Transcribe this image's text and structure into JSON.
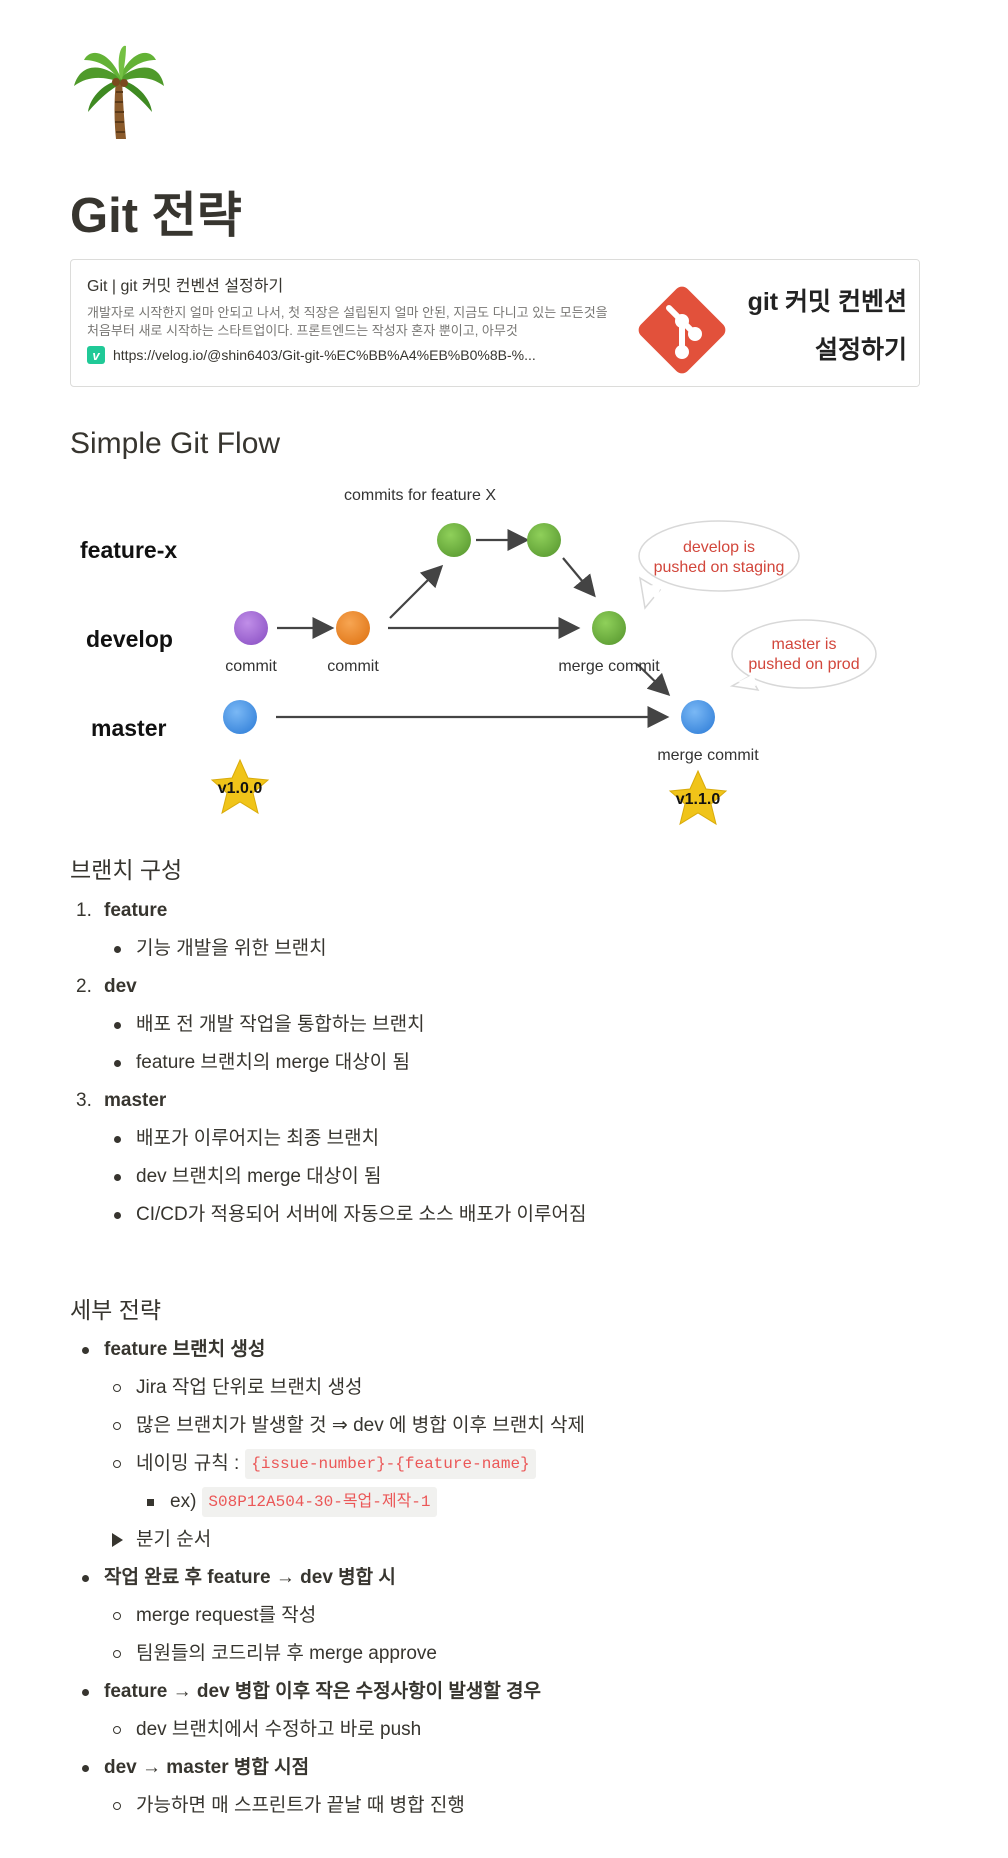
{
  "page": {
    "icon": "palm-tree-icon",
    "title": "Git 전략"
  },
  "bookmark": {
    "title": "Git | git 커밋 컨벤션 설정하기",
    "description": "개발자로 시작한지 얼마 안되고 나서, 첫 직장은 설립된지 얼마 안된, 지금도 다니고 있는 모든것을 처음부터 새로 시작하는 스타트업이다. 프론트엔드는 작성자 혼자 뿐이고, 아무것",
    "favicon_letter": "v",
    "url": "https://velog.io/@shin6403/Git-git-%EC%BB%A4%EB%B0%8B-%...",
    "thumbnail_line1": "git 커밋 컨벤션",
    "thumbnail_line2": "설정하기",
    "thumbnail_logo": "git-logo-icon"
  },
  "section_title": "Simple Git Flow",
  "diagram": {
    "branches": [
      "feature-x",
      "develop",
      "master"
    ],
    "top_caption": "commits for feature X",
    "commit_labels": [
      "commit",
      "commit",
      "merge commit",
      "merge commit"
    ],
    "tags": [
      "v1.0.0",
      "v1.1.0"
    ],
    "bubble_staging": [
      "develop is",
      "pushed on staging"
    ],
    "bubble_prod": [
      "master is",
      "pushed on prod"
    ],
    "colors": {
      "purple": "#a56fd6",
      "orange": "#ef8a2e",
      "green": "#74b543",
      "blue": "#4d9be8",
      "bubble_text": "#d2463b",
      "star": "#f0c419"
    }
  },
  "branch_section": {
    "heading": "브랜치 구성",
    "items": [
      {
        "num": "1.",
        "label": "feature",
        "subs": [
          "기능 개발을 위한 브랜치"
        ]
      },
      {
        "num": "2.",
        "label": "dev",
        "subs": [
          "배포 전 개발 작업을 통합하는 브랜치",
          "feature 브랜치의 merge 대상이 됨"
        ]
      },
      {
        "num": "3.",
        "label": "master",
        "subs": [
          "배포가 이루어지는 최종 브랜치",
          "dev 브랜치의 merge 대상이 됨",
          "CI/CD가 적용되어 서버에 자동으로 소스 배포가 이루어짐"
        ]
      }
    ]
  },
  "detail_section": {
    "heading": "세부 전략",
    "i1": "feature 브랜치 생성",
    "i1_s1": "Jira 작업 단위로 브랜치 생성",
    "i1_s2": "많은 브랜치가 발생할 것 ⇒ dev 에 병합 이후 브랜치 삭제",
    "i1_s3_text": "네이밍 규칙 :",
    "i1_s3_code": "{issue-number}-{feature-name}",
    "i1_s3_ex_text": "ex)",
    "i1_s3_ex_code": "S08P12A504-30-목업-제작-1",
    "i1_toggle": "분기 순서",
    "i2": "작업 완료 후 feature → dev 병합 시",
    "i2_s1": "merge request를 작성",
    "i2_s2": "팀원들의 코드리뷰 후 merge approve",
    "i3": "feature → dev 병합 이후 작은 수정사항이 발생할 경우",
    "i3_s1": "dev 브랜치에서 수정하고 바로 push",
    "i4": "dev → master 병합 시점",
    "i4_s1": "가능하면 매 스프린트가 끝날 때 병합 진행"
  }
}
